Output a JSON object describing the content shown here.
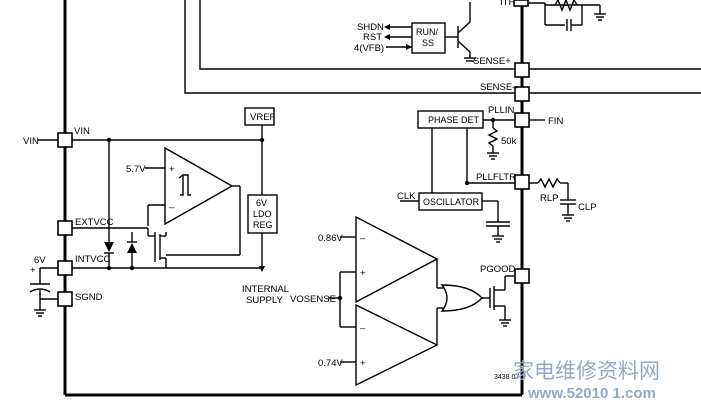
{
  "labels": {
    "ith": "ITH",
    "shdn": "SHDN",
    "rst": "RST",
    "vfb": "4(VFB)",
    "run_ss_1": "RUN/",
    "run_ss_2": "SS",
    "sense_plus": "SENSE+",
    "sense_minus": "SENSE–",
    "pllin": "PLLIN",
    "fin": "FIN",
    "phase_det": "PHASE DET",
    "r50k": "50k",
    "pllfltr": "PLLFLTR",
    "rlp": "RLP",
    "clp": "CLP",
    "clk": "CLK",
    "oscillator": "OSCILLATOR",
    "vref": "VREF",
    "vin_ext": "VIN",
    "vin_pin": "VIN",
    "v57": "5.7V",
    "ldo_1": "6V",
    "ldo_2": "LDO",
    "ldo_3": "REG",
    "extvcc": "EXTVCC",
    "intvcc": "INTVCC",
    "v6": "6V",
    "plus": "+",
    "sgnd": "SGND",
    "internal_1": "INTERNAL",
    "internal_2": "SUPPLY",
    "v086": "0.86V",
    "vosense": "VOSENSE",
    "v074": "0.74V",
    "pgood": "PGOOD",
    "fig_id": "3438 07"
  },
  "watermark": {
    "cn": "家电维修资料网",
    "url": "www.52010 1.com"
  }
}
